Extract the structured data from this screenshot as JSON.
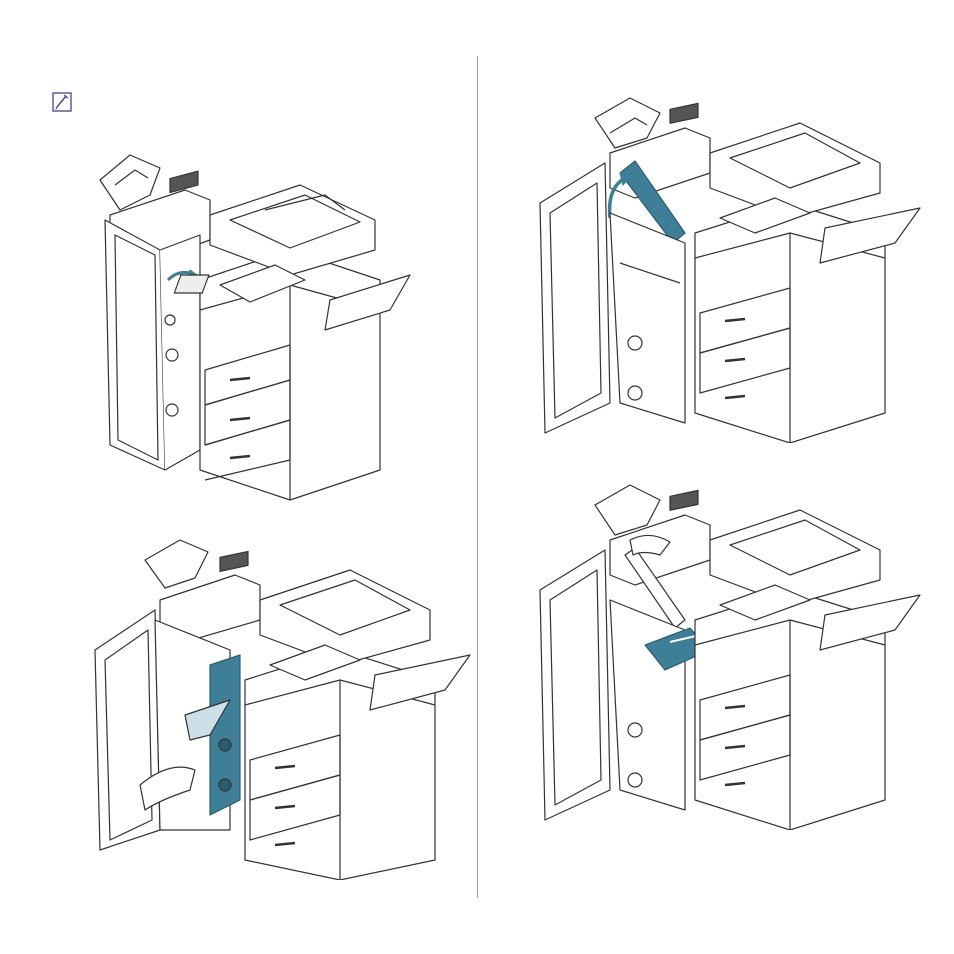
{
  "document": {
    "note_icon": "note-pencil-icon",
    "figures": [
      {
        "id": "step-1",
        "action": "open-front-door",
        "icons": [
          "curved-arrow-icon"
        ]
      },
      {
        "id": "step-2",
        "action": "lift-jam-cover",
        "icons": [
          "curved-arrow-icon"
        ]
      },
      {
        "id": "step-3",
        "action": "pull-out-finisher-unit",
        "highlight_color": "#3e7f97"
      },
      {
        "id": "step-4",
        "action": "remove-jammed-paper",
        "highlight_color": "#3e7f97"
      }
    ],
    "colors": {
      "line": "#333333",
      "highlight": "#3e7f97",
      "divider": "#9a9a9a",
      "accent_light": "#cde0e8"
    }
  }
}
